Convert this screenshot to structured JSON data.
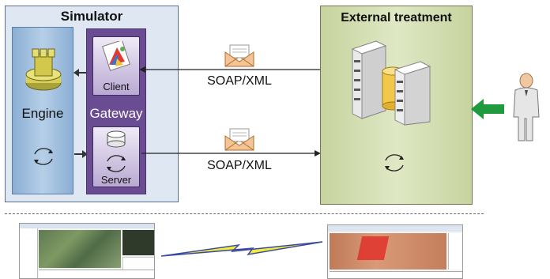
{
  "simulator": {
    "title": "Simulator",
    "engine_label": "Engine",
    "gateway_label": "Gateway",
    "client_label": "Client",
    "server_label": "Server"
  },
  "external": {
    "title": "External treatment"
  },
  "links": {
    "top_protocol": "SOAP/XML",
    "bottom_protocol": "SOAP/XML"
  },
  "colors": {
    "engine": "#9fbfe0",
    "gateway": "#6a4c93",
    "external": "#d4deb2",
    "user_arrow": "#1f9a3c",
    "lightning": "#f3ec3a"
  }
}
